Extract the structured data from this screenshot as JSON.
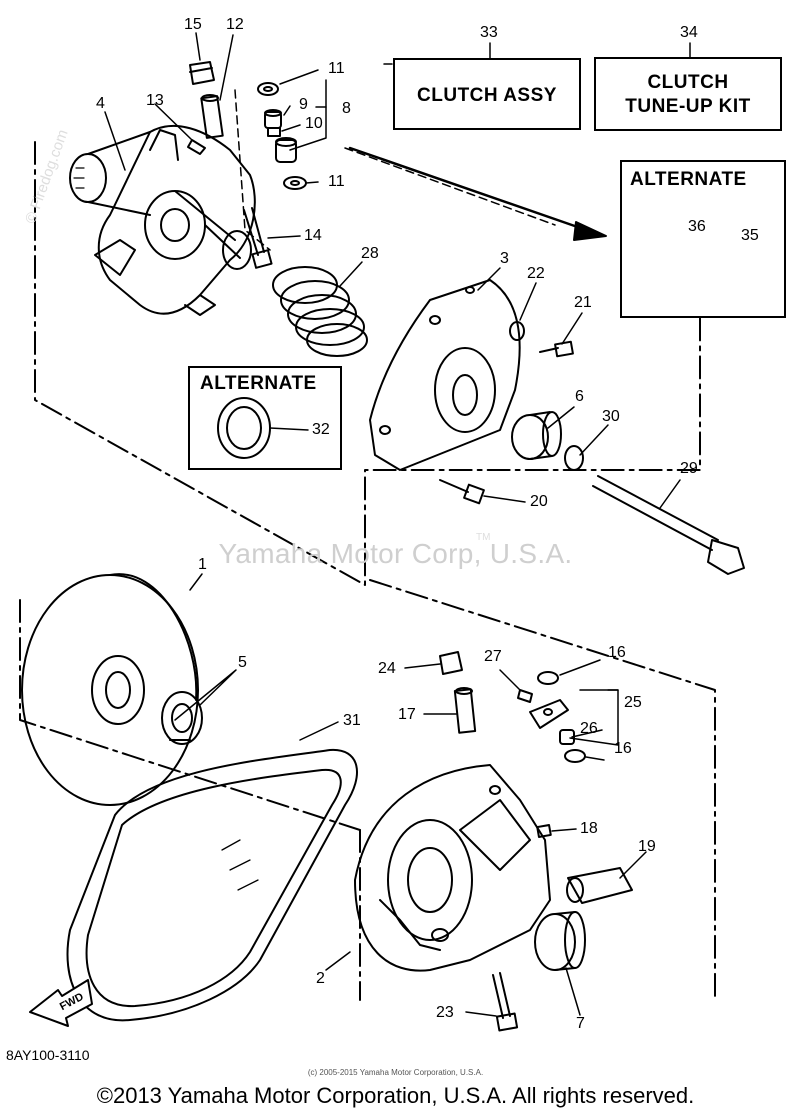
{
  "diagram": {
    "boxes": {
      "clutch_assy": "CLUTCH ASSY",
      "tune_up_line1": "CLUTCH",
      "tune_up_line2": "TUNE-UP KIT",
      "alternate_right": "ALTERNATE",
      "alternate_left": "ALTERNATE"
    },
    "callouts": {
      "c1": "1",
      "c2": "2",
      "c3": "3",
      "c4": "4",
      "c5": "5",
      "c6": "6",
      "c7": "7",
      "c8": "8",
      "c9": "9",
      "c10": "10",
      "c11a": "11",
      "c11b": "11",
      "c12": "12",
      "c13": "13",
      "c14": "14",
      "c15": "15",
      "c16a": "16",
      "c16b": "16",
      "c17": "17",
      "c18": "18",
      "c19": "19",
      "c20": "20",
      "c21": "21",
      "c22": "22",
      "c23": "23",
      "c24": "24",
      "c25": "25",
      "c26": "26",
      "c27": "27",
      "c28": "28",
      "c29": "29",
      "c30": "30",
      "c31": "31",
      "c32": "32",
      "c33": "33",
      "c34": "34",
      "c35": "35",
      "c36": "36"
    },
    "fwd_label": "FWD",
    "diagram_code": "8AY100-3110"
  },
  "watermark": {
    "center": "Yamaha Motor Corp, U.S.A.",
    "trademark": "TM",
    "side": "© Firedog.com"
  },
  "copyright_small": "(c) 2005-2015 Yamaha Motor Corporation, U.S.A.",
  "footer": "©2013 Yamaha Motor Corporation, U.S.A. All rights reserved."
}
